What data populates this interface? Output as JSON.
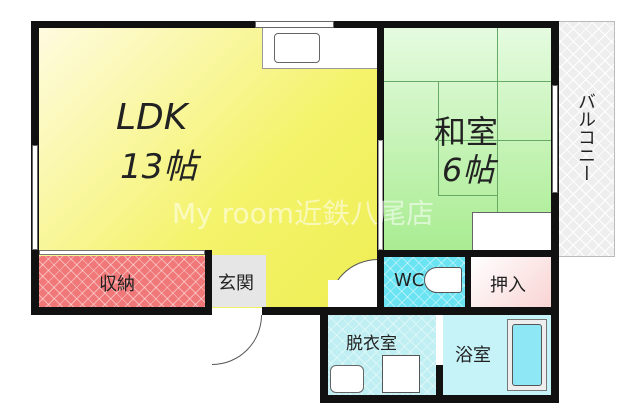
{
  "rooms": {
    "ldk": {
      "name": "LDK",
      "size": "13帖"
    },
    "washitsu": {
      "name": "和室",
      "size": "6帖"
    },
    "balcony": "バルコニー",
    "storage": "収納",
    "entrance": "玄関",
    "wc": "WC",
    "closet": "押入",
    "dressing": "脱衣室",
    "bath": "浴室"
  },
  "watermark": "My room近鉄八尾店",
  "colors": {
    "ldk": "#f3f36a",
    "washitsu": "#b9f0a6",
    "storage": "#f06a6a",
    "wc": "#5fe3f0",
    "closet": "#fbe0e0",
    "bath": "#bff2f7",
    "dressing": "#d6f4f6"
  }
}
